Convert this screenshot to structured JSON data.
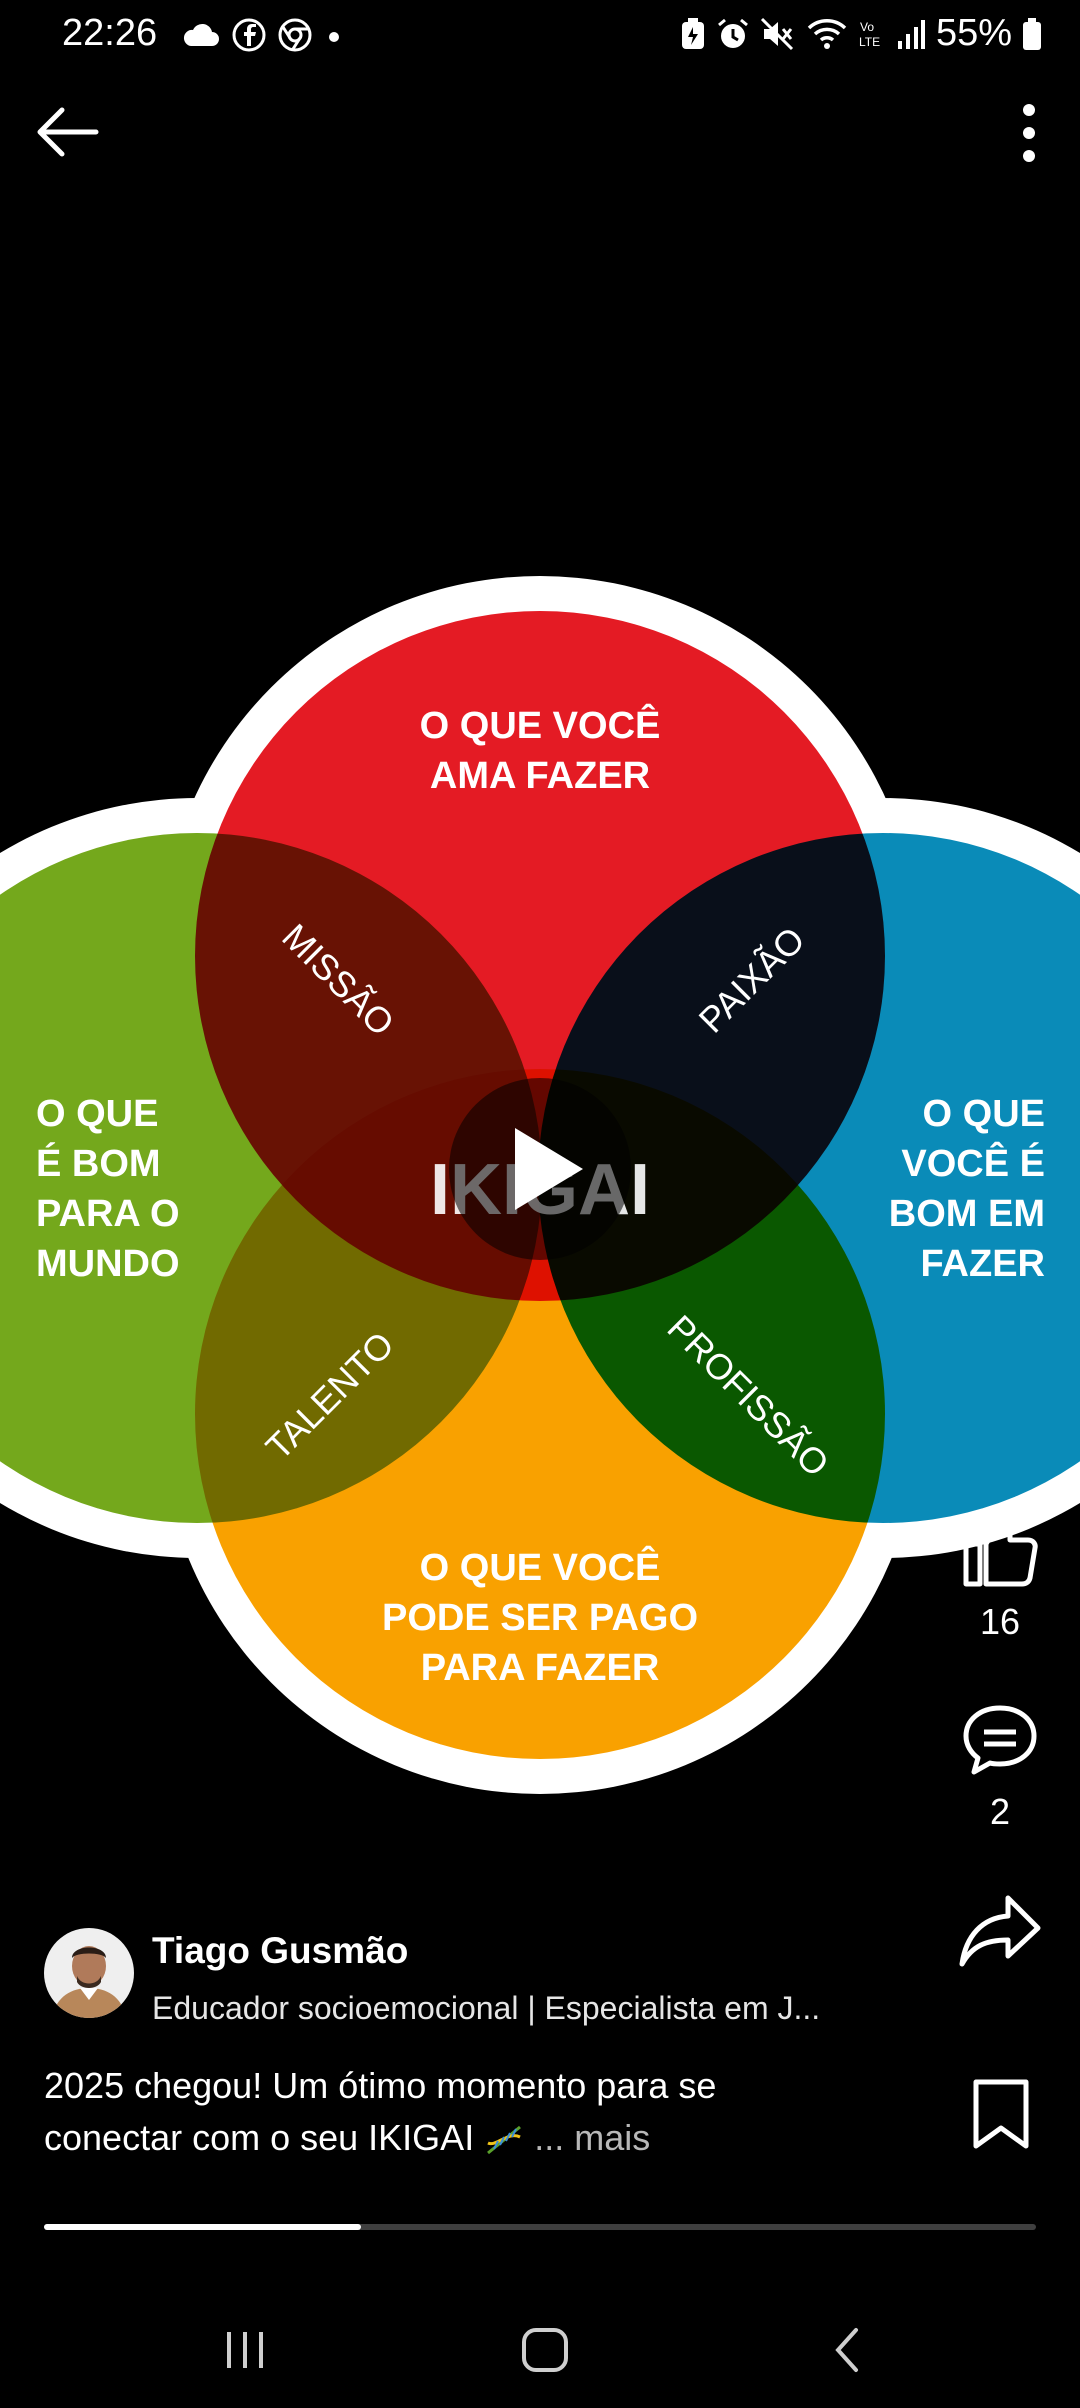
{
  "status_bar": {
    "time": "22:26",
    "battery": "55%",
    "left_icons": [
      "cloud-icon",
      "facebook-icon",
      "chrome-icon",
      "dot-icon"
    ],
    "right_icons": [
      "battery-saver-icon",
      "alarm-icon",
      "mute-icon",
      "wifi-icon",
      "volte-icon",
      "signal-icon",
      "battery-icon"
    ]
  },
  "top_bar": {
    "back_icon": "arrow-left-icon",
    "more_icon": "more-vertical-icon"
  },
  "video": {
    "labels": {
      "love": [
        "O QUE VOCÊ",
        "AMA FAZER"
      ],
      "world": [
        "O QUE",
        "É BOM",
        "PARA O",
        "MUNDO"
      ],
      "good_at": [
        "O QUE",
        "VOCÊ É",
        "BOM EM",
        "FAZER"
      ],
      "paid": [
        "O QUE VOCÊ",
        "PODE SER PAGO",
        "PARA FAZER"
      ],
      "missao": "MISSÃO",
      "paixao": "PAIXÃO",
      "talento": "TALENTO",
      "profissao": "PROFISSÃO",
      "center": "IKIGAI"
    },
    "colors": {
      "red": "#E41B24",
      "green": "#74A81C",
      "blue": "#0A8BB8",
      "orange": "#F9A100"
    },
    "play_icon": "play-icon"
  },
  "actions": {
    "like_count": "16",
    "comment_count": "2",
    "like_icon": "thumbs-up-icon",
    "comment_icon": "comment-icon",
    "share_icon": "share-icon"
  },
  "author": {
    "name": "Tiago Gusmão",
    "headline": "Educador socioemocional | Especialista em J..."
  },
  "caption": {
    "line1": "2025 chegou! Um ótimo momento para se",
    "line2": "conectar com o seu IKIGAI",
    "more": "... mais"
  },
  "progress": {
    "fraction": 0.32
  },
  "nav": {
    "recents_icon": "recents-icon",
    "home_icon": "home-icon",
    "back_icon": "nav-back-icon"
  }
}
